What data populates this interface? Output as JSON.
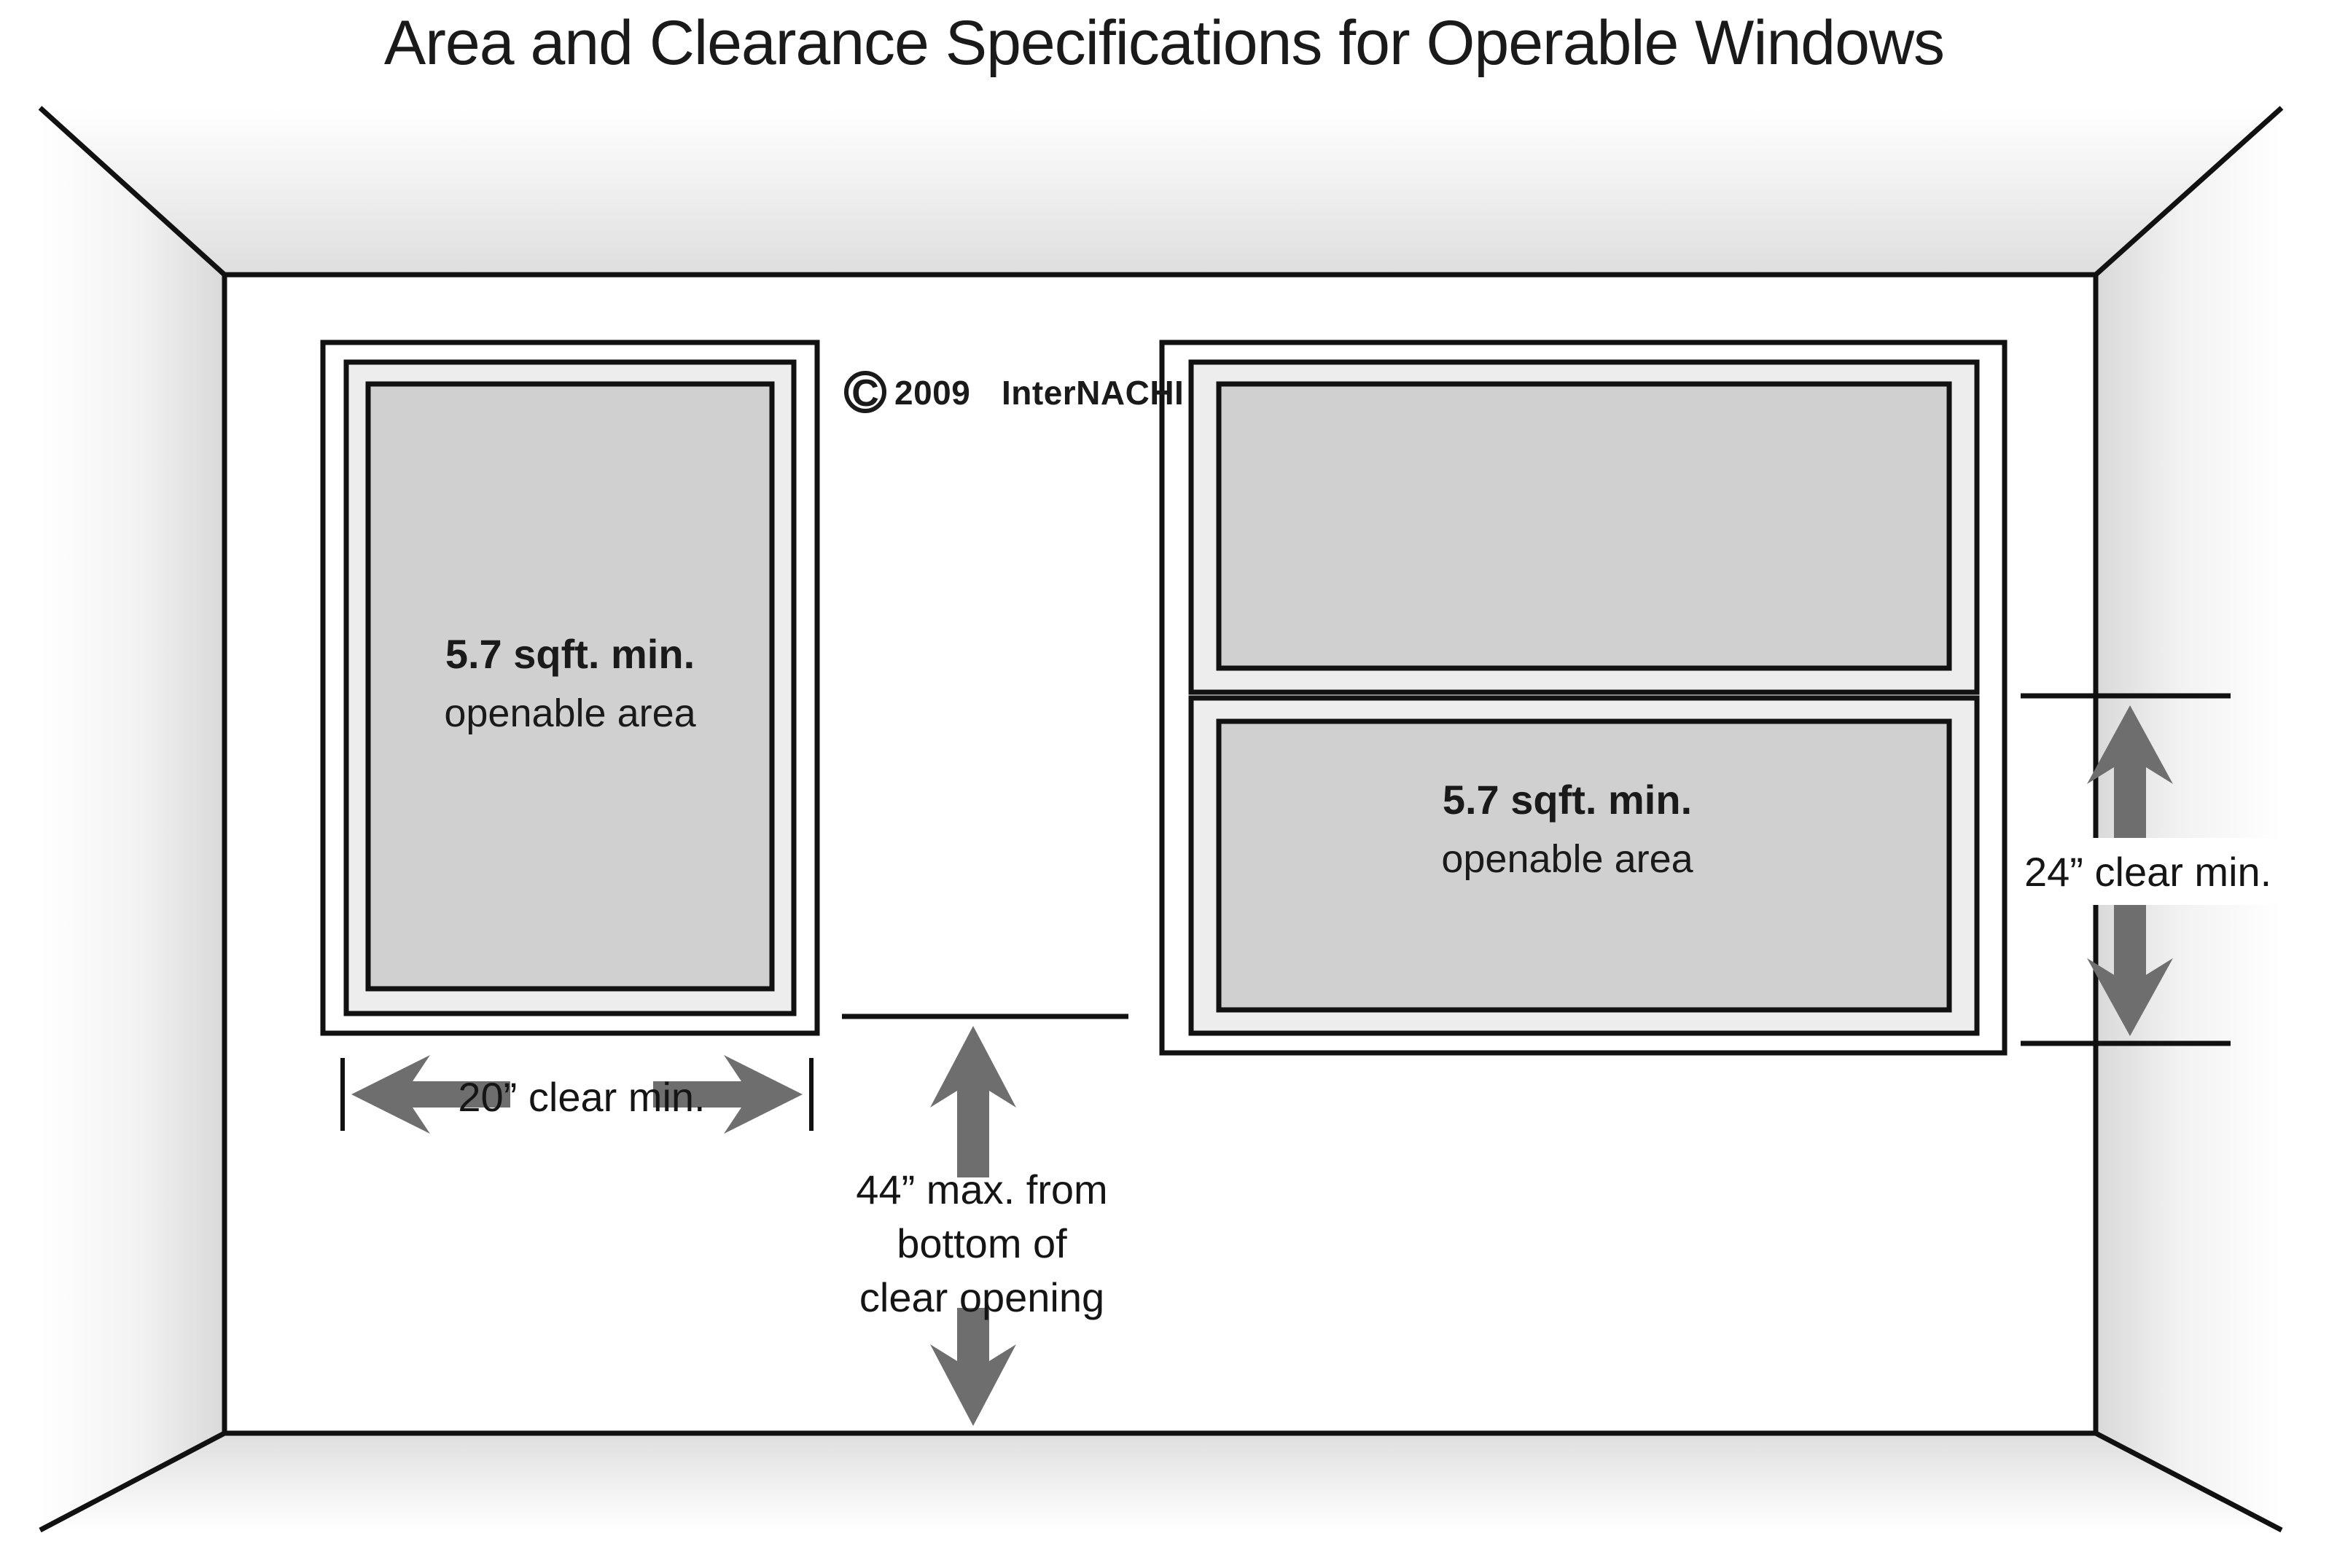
{
  "title": "Area and Clearance Specifications for Operable Windows",
  "copyright": {
    "symbol": "C",
    "year": "2009",
    "owner": "InterNACHI",
    "full": "© 2009 InterNACHI"
  },
  "windows": {
    "casement": {
      "name": "casement-window",
      "label_bold": "5.7 sqft. min.",
      "label_regular": "openable area"
    },
    "double_hung": {
      "name": "double-hung-window",
      "label_bold": "5.7 sqft. min.",
      "label_regular": "openable area",
      "upper_sash": "upper-sash",
      "lower_sash": "lower-sash"
    }
  },
  "dimensions": {
    "width_clear": {
      "text": "20” clear min.",
      "value": 20,
      "unit": "inch",
      "qualifier": "clear min.",
      "orientation": "horizontal"
    },
    "height_clear": {
      "text": "24” clear min.",
      "value": 24,
      "unit": "inch",
      "qualifier": "clear min.",
      "orientation": "vertical"
    },
    "sill_height": {
      "line1": "44” max. from",
      "line2": "bottom of",
      "line3": "clear opening",
      "value": 44,
      "unit": "inch",
      "qualifier": "max. from bottom of clear opening",
      "orientation": "vertical"
    }
  },
  "colors": {
    "glass": "#d0d0d0",
    "sash": "#ededed",
    "casing": "#ffffff",
    "outline": "#111111",
    "arrow": "#6e6e6e",
    "wall": "#e6e6e6",
    "background": "#ffffff"
  },
  "room": {
    "back_wall": "back-wall",
    "left_wall": "left-wall",
    "right_wall": "right-wall",
    "ceiling": "ceiling",
    "floor": "floor"
  }
}
